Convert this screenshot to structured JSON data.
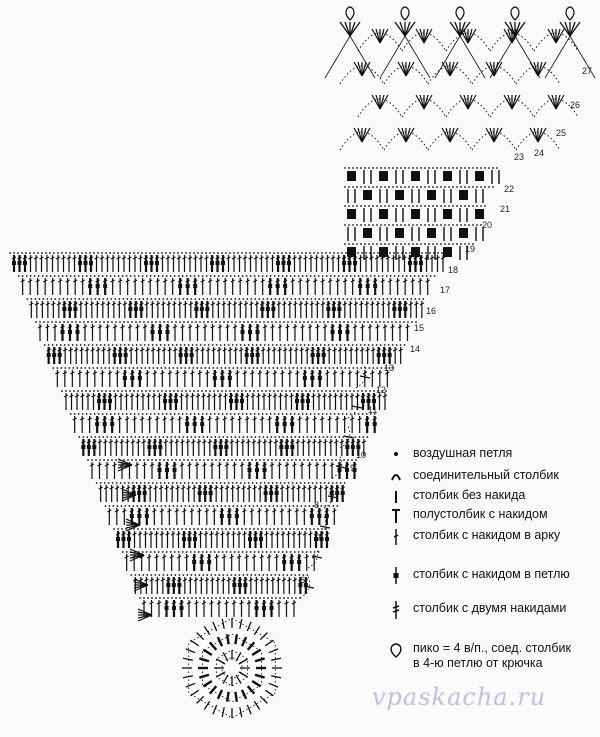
{
  "row_numbers": [
    "6",
    "7",
    "8",
    "9",
    "10",
    "11",
    "12",
    "13",
    "14",
    "15",
    "16",
    "17",
    "18",
    "19",
    "20",
    "21",
    "22",
    "23",
    "24",
    "25",
    "26",
    "27"
  ],
  "legend": [
    {
      "symbol": "chain-dot-icon",
      "label": "воздушная петля"
    },
    {
      "symbol": "slip-stitch-arc-icon",
      "label": "соединительный столбик"
    },
    {
      "symbol": "single-crochet-icon",
      "label": "столбик без накида"
    },
    {
      "symbol": "half-double-crochet-icon",
      "label": "полустолбик с накидом"
    },
    {
      "symbol": "double-crochet-into-arch-icon",
      "label": "столбик с накидом в арку"
    },
    {
      "symbol": "double-crochet-into-loop-icon",
      "label": "столбик с накидом в петлю"
    },
    {
      "symbol": "treble-crochet-icon",
      "label": "столбик с двумя накидами"
    },
    {
      "symbol": "picot-icon",
      "label": "пико = 4 в/п., соед. столбик\nв 4-ю петлю от крючка"
    }
  ],
  "watermark": "vpaskacha.ru",
  "colors": {
    "ink": "#111111",
    "paper": "#fbfbfb",
    "watermark": "#aa96d7"
  }
}
